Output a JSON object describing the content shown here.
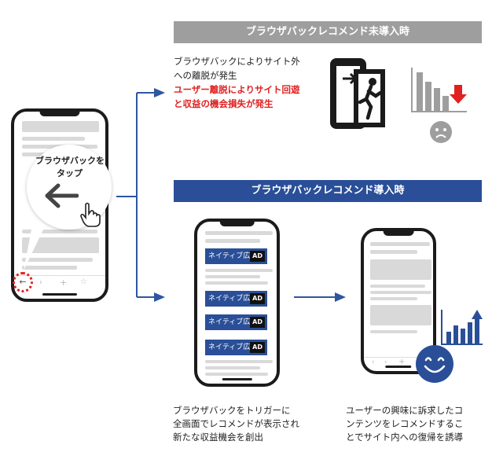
{
  "banner_without": "ブラウザバックレコメンド未導入時",
  "banner_with": "ブラウザバックレコメンド導入時",
  "without_text": {
    "line1": "ブラウザバックによりサイト外",
    "line2": "への離脱が発生",
    "line3": "ユーザー離脱によりサイト回遊",
    "line4": "と収益の機会損失が発生"
  },
  "bubble": {
    "line1": "ブラウザバックを",
    "line2": "タップ"
  },
  "ad_label": "ネイティブ広告",
  "ad_tag": "AD",
  "caption_left": {
    "line1": "ブラウザバックをトリガーに",
    "line2": "全画面でレコメンドが表示され",
    "line3": "新たな収益機会を創出"
  },
  "caption_right": {
    "line1": "ユーザーの興味に訴求したコ",
    "line2": "ンテンツをレコメンドするこ",
    "line3": "とでサイト内への復帰を誘導"
  },
  "colors": {
    "gray_banner": "#9e9e9e",
    "blue": "#2a4f98",
    "red": "#e02020",
    "arrow": "#2f56a0"
  },
  "icons": [
    "exit-phone-icon",
    "declining-chart-icon",
    "sad-face-icon",
    "back-arrow-icon",
    "hand-pointer-icon",
    "rising-chart-icon",
    "smile-face-icon"
  ]
}
